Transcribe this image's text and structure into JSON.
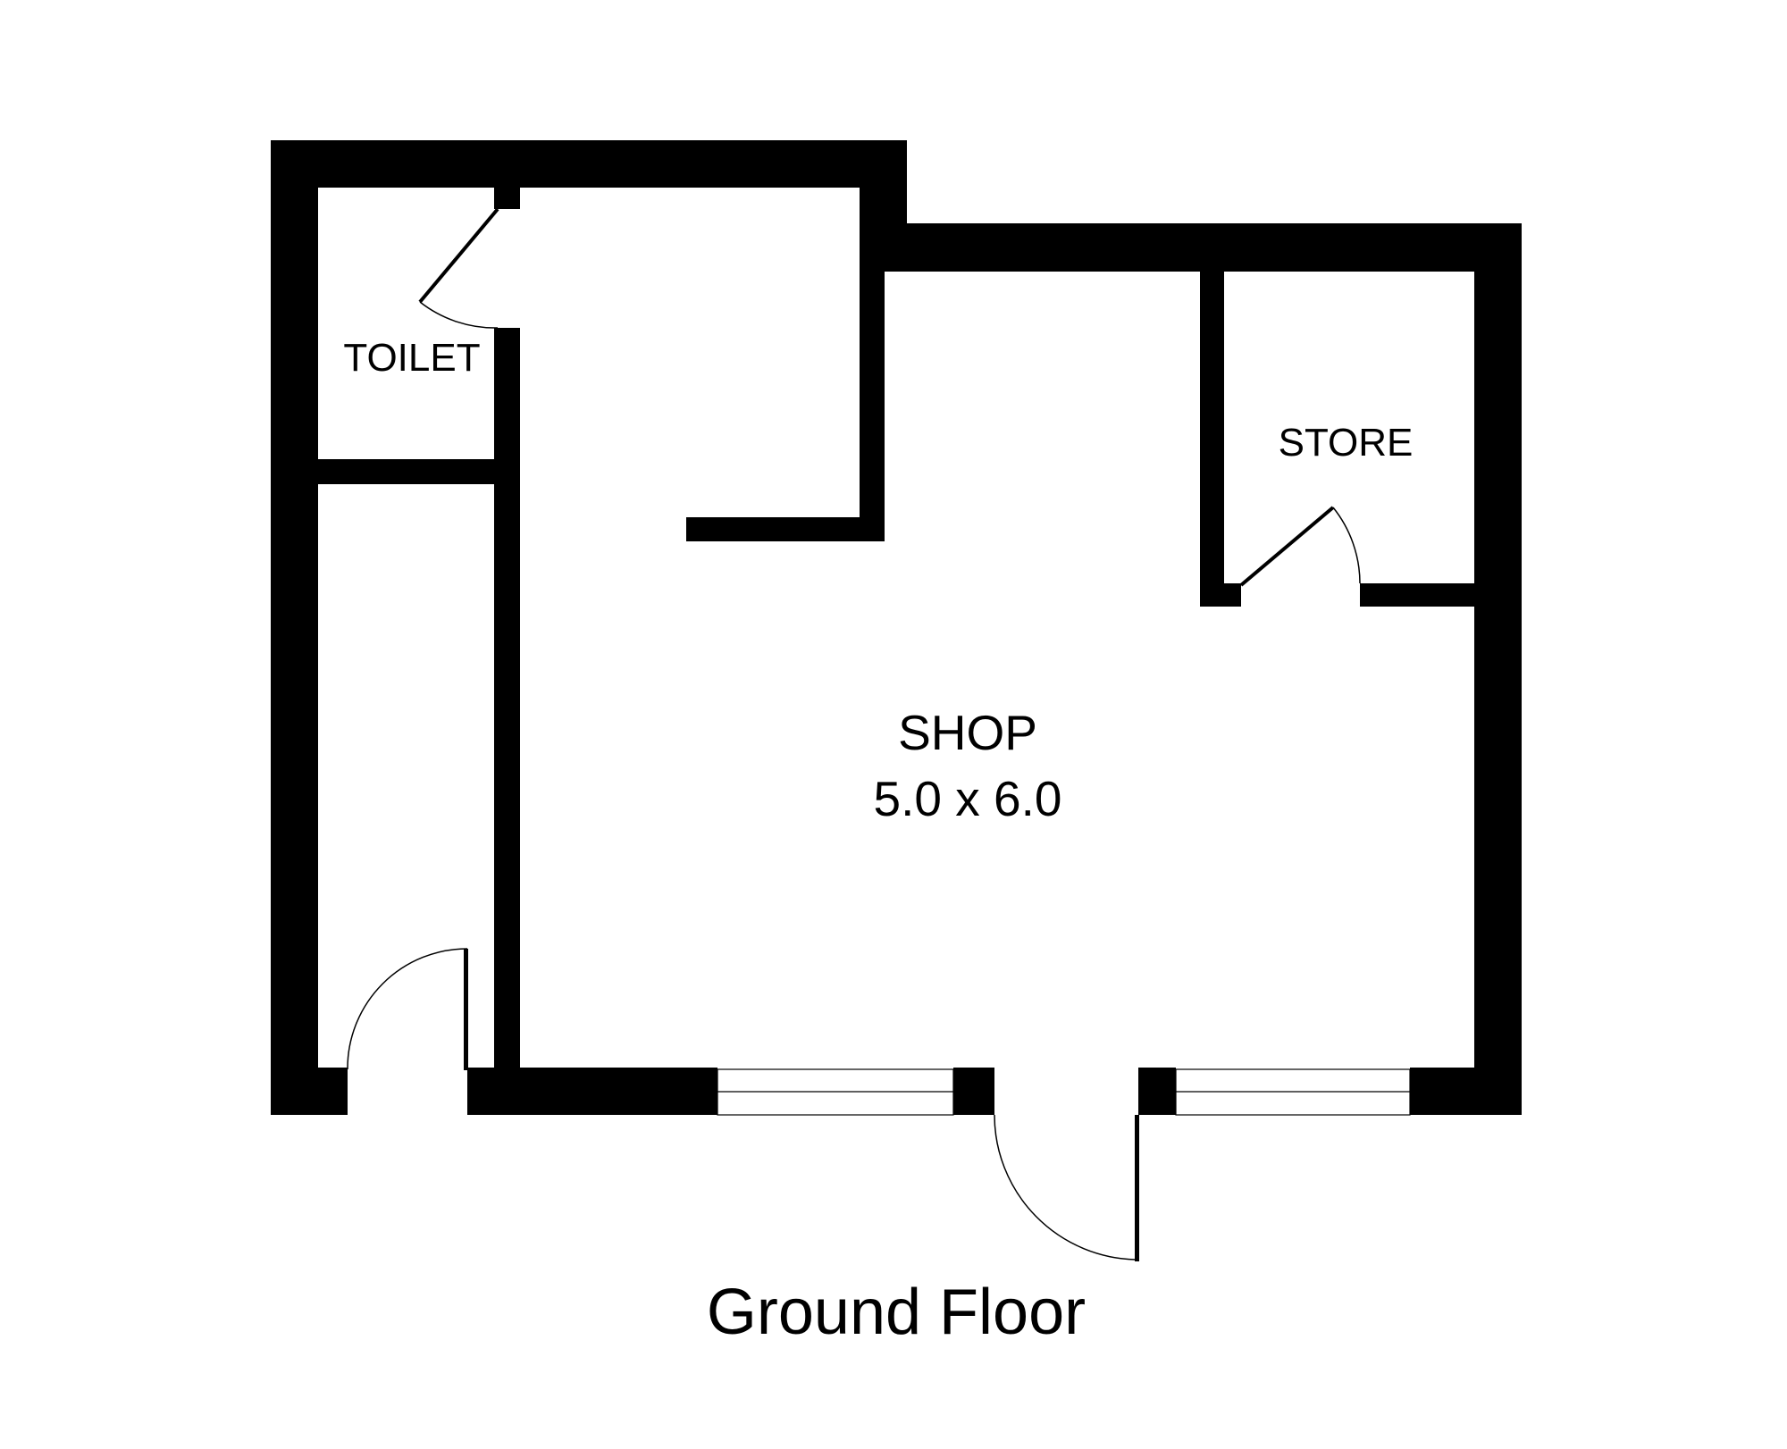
{
  "plan": {
    "title": "Ground Floor",
    "rooms": [
      {
        "id": "toilet",
        "name": "TOILET",
        "dimensions": ""
      },
      {
        "id": "store",
        "name": "STORE",
        "dimensions": ""
      },
      {
        "id": "shop",
        "name": "SHOP",
        "dimensions": "5.0 x 6.0"
      }
    ]
  },
  "colors": {
    "wall": "#000000",
    "background": "#ffffff"
  }
}
